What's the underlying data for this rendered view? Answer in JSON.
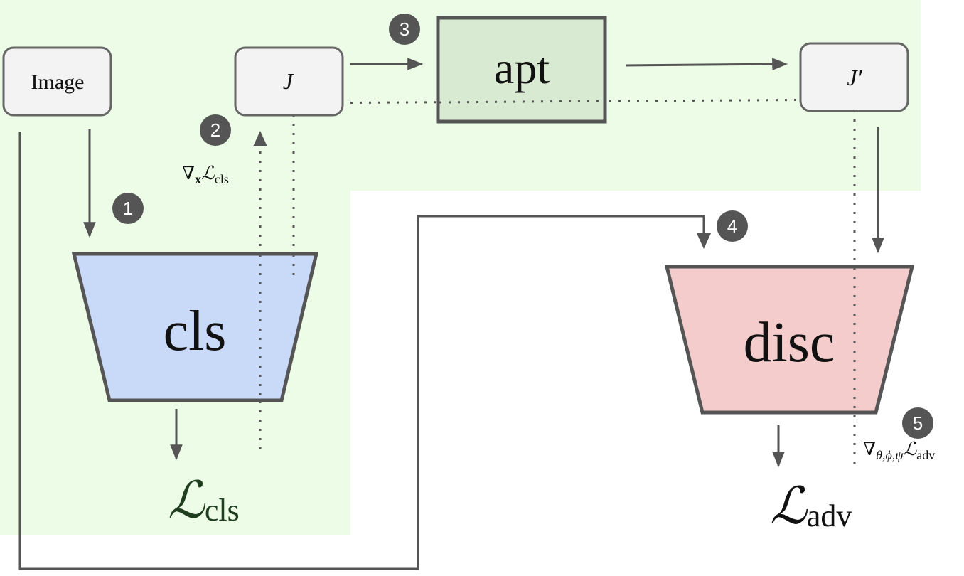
{
  "colors": {
    "background_green": "#ecfce6",
    "apt_fill": "#d9ead3",
    "cls_fill": "#c9daf8",
    "disc_fill": "#f4cccc",
    "box_fill": "#f3f3f3",
    "stroke": "#555555",
    "badge": "#555555"
  },
  "nodes": {
    "image": "Image",
    "j": "J",
    "apt": "apt",
    "j_prime": "J′",
    "cls": "cls",
    "disc": "disc"
  },
  "badges": [
    "1",
    "2",
    "3",
    "4",
    "5"
  ],
  "labels": {
    "grad_x": {
      "nabla": "∇",
      "sub": "x",
      "script": "ℒ",
      "loss_sub": "cls"
    },
    "grad_params": {
      "nabla": "∇",
      "sub": "θ,ϕ,ψ",
      "script": "ℒ",
      "loss_sub": "adv"
    }
  },
  "losses": {
    "cls": {
      "script": "ℒ",
      "sub": "cls"
    },
    "adv": {
      "script": "ℒ",
      "sub": "adv"
    }
  }
}
